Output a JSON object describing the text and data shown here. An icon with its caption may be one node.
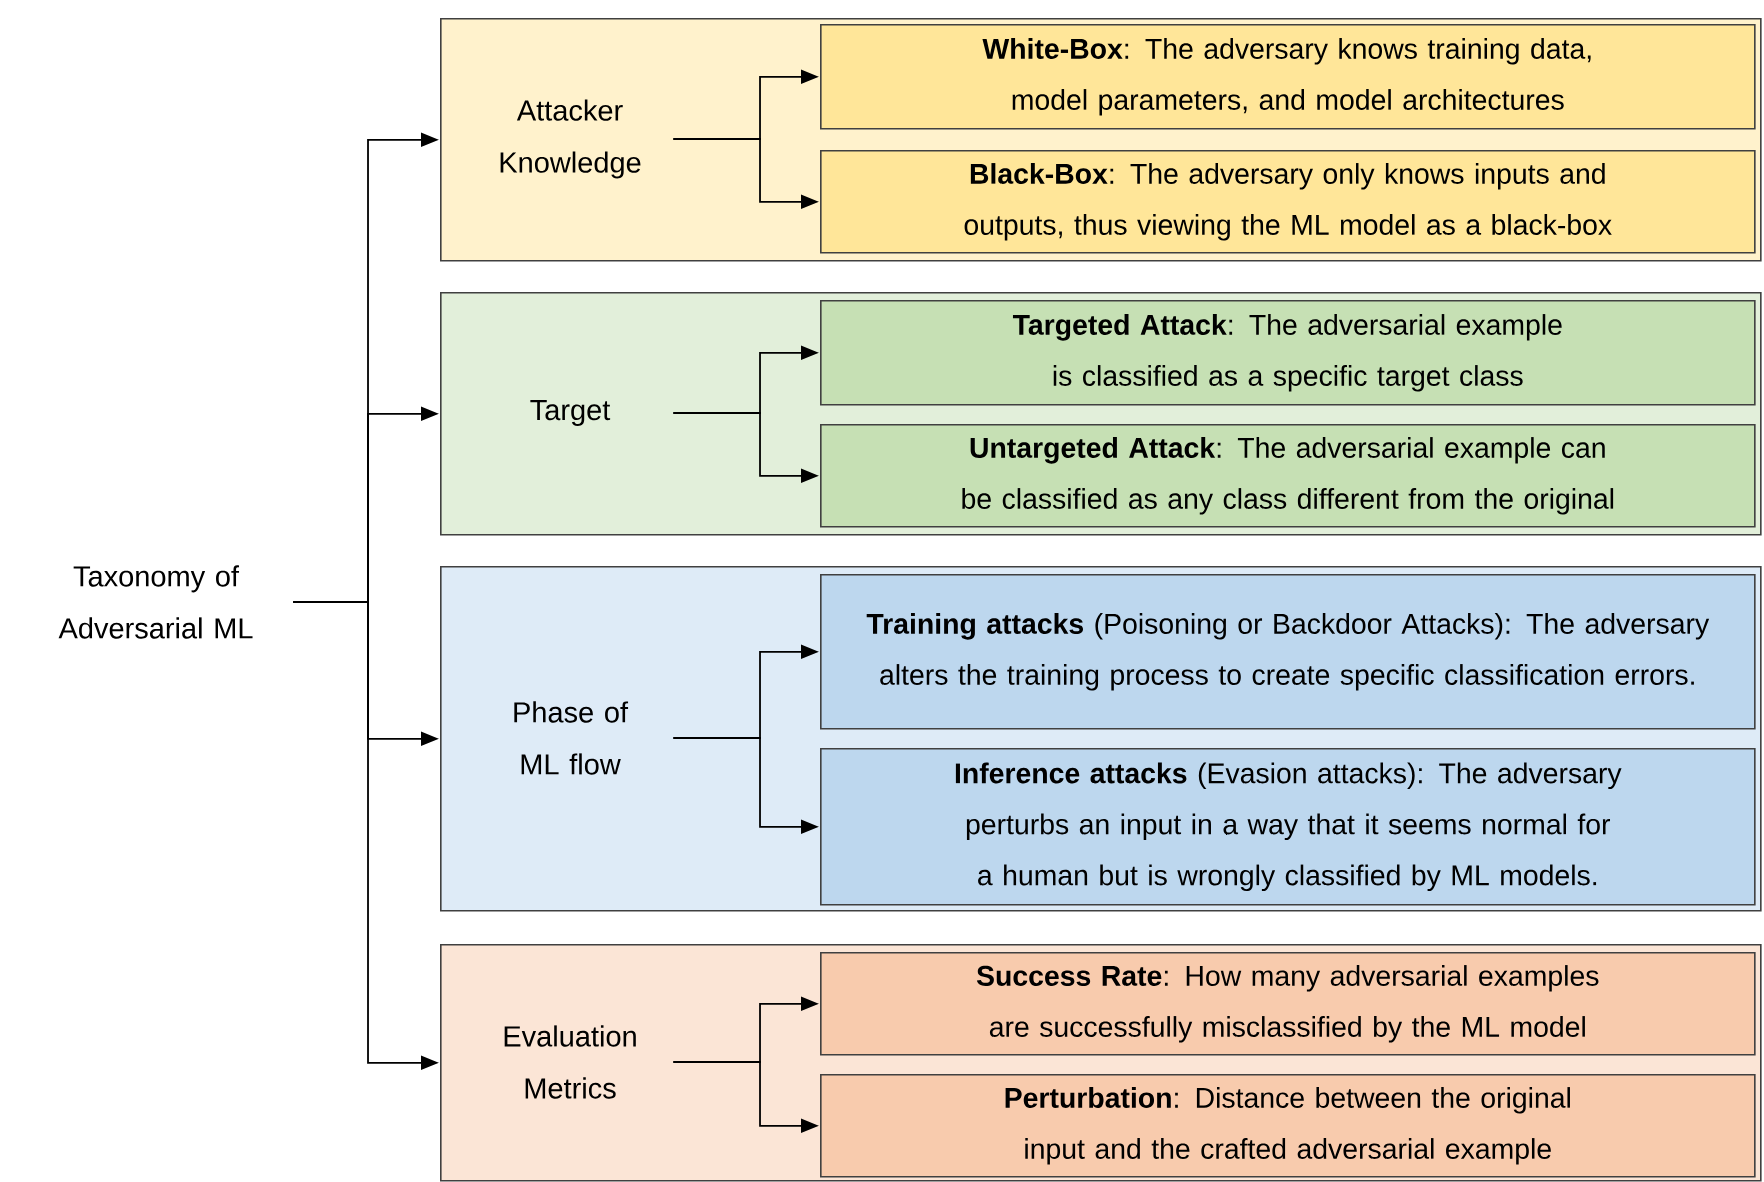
{
  "diagram": {
    "nodes": [
      {
        "text": [
          "Taxonomy of Adversarial ML"
        ]
      },
      {
        "text": [],
        "shape": "box"
      },
      {
        "text": [
          "Attacker Knowledge"
        ],
        "in": 1
      },
      {
        "text": [
          "**White-Box**: The adversary knows training data, model parameters, and model architectures"
        ],
        "in": 1
      },
      {
        "text": [
          "**Black-Box**: The adversary only knows inputs and outputs, thus viewing the ML model as a black-box"
        ],
        "in": 1
      },
      {
        "text": [],
        "shape": "box"
      },
      {
        "text": [
          "Target"
        ],
        "in": 5
      },
      {
        "text": [
          "**Targeted Attack**: The adversarial example is classified as a specific target class"
        ],
        "in": 5
      },
      {
        "text": [
          "**Untargeted Attack**: The adversarial example can be classified as any class different from the original"
        ],
        "in": 5
      },
      {
        "text": [],
        "shape": "box"
      },
      {
        "text": [
          "Phase of ML flow"
        ],
        "in": 9
      },
      {
        "text": [
          "**Training attacks** (Poisoning or Backdoor Attacks): The adversary alters the training process to create specific classification errors."
        ],
        "in": 9
      },
      {
        "text": [
          "**Inference attacks** (Evasion attacks): The adversary perturbs an input in a way that it seems normal for a human but is wrongly classified by ML models."
        ],
        "in": 9
      },
      {
        "text": [],
        "shape": "box"
      },
      {
        "text": [
          "Evaluation Metrics"
        ],
        "in": 13
      },
      {
        "text": [
          "**Success Rate**: How many adversarial examples are successfully misclassified by the ML model"
        ],
        "in": 13
      },
      {
        "text": [
          "**Perturbation**: Distance between the original input and the crafted adversarial example"
        ],
        "in": 13
      }
    ],
    "edges": [
      {
        "from": 0,
        "to": 1,
        "arrow": "to"
      },
      {
        "from": 0,
        "to": 5,
        "arrow": "to"
      },
      {
        "from": 0,
        "to": 9,
        "arrow": "to"
      },
      {
        "from": 0,
        "to": 13,
        "arrow": "to"
      },
      {
        "from": 2,
        "to": 3,
        "arrow": "to"
      },
      {
        "from": 2,
        "to": 4,
        "arrow": "to"
      },
      {
        "from": 6,
        "to": 7,
        "arrow": "to"
      },
      {
        "from": 6,
        "to": 8,
        "arrow": "to"
      },
      {
        "from": 10,
        "to": 11,
        "arrow": "to"
      },
      {
        "from": 10,
        "to": 12,
        "arrow": "to"
      },
      {
        "from": 14,
        "to": 15,
        "arrow": "to"
      },
      {
        "from": 14,
        "to": 16,
        "arrow": "to"
      }
    ]
  }
}
